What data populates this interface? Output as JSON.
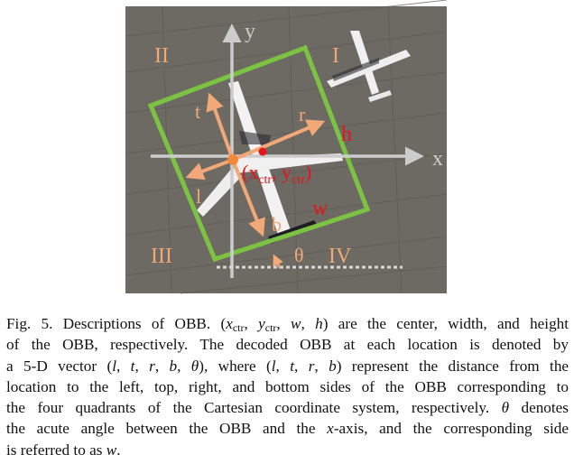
{
  "figure": {
    "labels": {
      "y_axis": "y",
      "x_axis": "x",
      "quadrant_1": "I",
      "quadrant_2": "II",
      "quadrant_3": "III",
      "quadrant_4": "IV",
      "t": "t",
      "r": "r",
      "l": "l",
      "b": "b",
      "h": "h",
      "w": "w",
      "theta": "θ",
      "center_open": "(x",
      "center_sub1": "ctr",
      "center_mid": ", y",
      "center_sub2": "ctr",
      "center_close": ")"
    },
    "colors": {
      "obb": "#7cc243",
      "axis": "#cccccc",
      "vector": "#f2a878",
      "center": "#e8141c",
      "background": "#6d6a63"
    }
  },
  "caption": {
    "lines": [
      [
        {
          "t": "Fig. 5.  Descriptions of OBB. ("
        },
        {
          "t": "x",
          "i": 1
        },
        {
          "t": "ctr",
          "s": 1
        },
        {
          "t": ", "
        },
        {
          "t": "y",
          "i": 1
        },
        {
          "t": "ctr",
          "s": 1
        },
        {
          "t": ", "
        },
        {
          "t": "w",
          "i": 1
        },
        {
          "t": ", "
        },
        {
          "t": "h",
          "i": 1
        },
        {
          "t": ") are the center, width, and height"
        }
      ],
      [
        {
          "t": "of the OBB, respectively. The decoded OBB at each location is denoted by"
        }
      ],
      [
        {
          "t": "a 5-D vector ("
        },
        {
          "t": "l",
          "i": 1
        },
        {
          "t": ", "
        },
        {
          "t": "t",
          "i": 1
        },
        {
          "t": ", "
        },
        {
          "t": "r",
          "i": 1
        },
        {
          "t": ", "
        },
        {
          "t": "b",
          "i": 1
        },
        {
          "t": ", "
        },
        {
          "t": "θ",
          "i": 1
        },
        {
          "t": "), where ("
        },
        {
          "t": "l",
          "i": 1
        },
        {
          "t": ", "
        },
        {
          "t": "t",
          "i": 1
        },
        {
          "t": ", "
        },
        {
          "t": "r",
          "i": 1
        },
        {
          "t": ", "
        },
        {
          "t": "b",
          "i": 1
        },
        {
          "t": ") represent the distance from the"
        }
      ],
      [
        {
          "t": "location to the left, top, right, and bottom sides of the OBB corresponding to"
        }
      ],
      [
        {
          "t": "the four quadrants of the Cartesian coordinate system, respectively. "
        },
        {
          "t": "θ",
          "i": 1
        },
        {
          "t": " denotes"
        }
      ],
      [
        {
          "t": "the acute angle between the OBB and the "
        },
        {
          "t": "x",
          "i": 1
        },
        {
          "t": "-axis, and the corresponding side"
        }
      ],
      [
        {
          "t": "is referred to as "
        },
        {
          "t": "w",
          "i": 1
        },
        {
          "t": "."
        }
      ]
    ]
  }
}
